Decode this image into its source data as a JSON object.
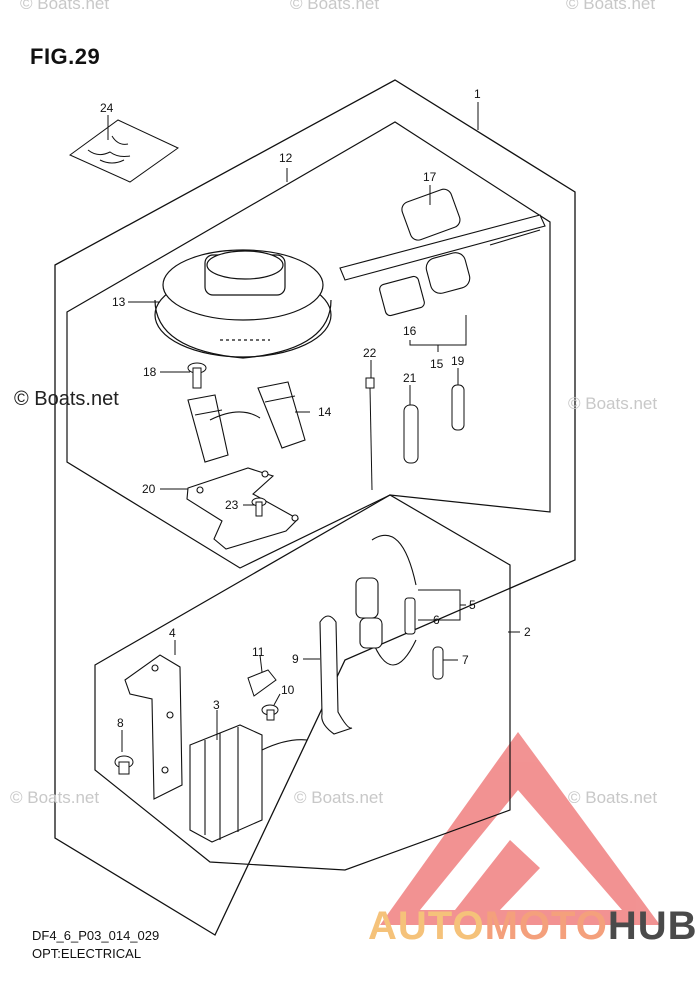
{
  "figure": {
    "title": "FIG.29",
    "code": "DF4_6_P03_014_029",
    "caption": "OPT:ELECTRICAL"
  },
  "watermark": {
    "text": "© Boats.net",
    "color": "#c8c8c8"
  },
  "brand": {
    "part1": "AUTO",
    "part2": "MOTO",
    "part3": "HUB",
    "colors": {
      "triangle": "#f08080",
      "auto": "#f5c27a",
      "moto": "#f4a07c",
      "hub": "#4a4a4a"
    }
  },
  "callouts": [
    "1",
    "2",
    "3",
    "4",
    "5",
    "6",
    "7",
    "8",
    "9",
    "10",
    "11",
    "12",
    "13",
    "14",
    "15",
    "16",
    "17",
    "18",
    "19",
    "20",
    "21",
    "22",
    "23",
    "24"
  ]
}
